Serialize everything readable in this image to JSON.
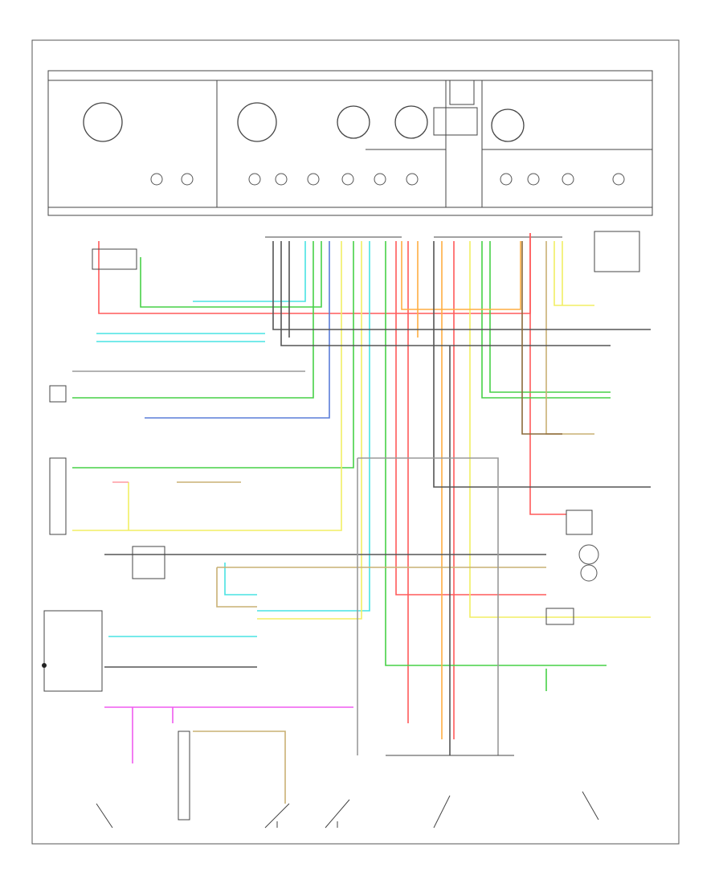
{
  "diagram": {
    "colors": {
      "red": "#ff5a5a",
      "green": "#47d147",
      "cyan": "#49e3e3",
      "yellow": "#f2ee63",
      "orange": "#ffae42",
      "tan": "#c9b074",
      "blue": "#5a7dd9",
      "magenta": "#ef5cef",
      "black": "#555555",
      "gray": "#9a9a9a",
      "pink": "#ff9aa2",
      "brown": "#8b6a3a"
    },
    "components": [
      {
        "id": "cluster-panel",
        "icon": "instrument-cluster-icon"
      },
      {
        "id": "gauge-1",
        "icon": "gauge-icon"
      },
      {
        "id": "gauge-2",
        "icon": "gauge-icon"
      },
      {
        "id": "gauge-3",
        "icon": "gauge-icon"
      },
      {
        "id": "gauge-4",
        "icon": "gauge-icon"
      },
      {
        "id": "gauge-5",
        "icon": "gauge-icon"
      },
      {
        "id": "tachometer",
        "icon": "gauge-icon"
      },
      {
        "id": "indicator-bulbs",
        "icon": "bulb-icon"
      },
      {
        "id": "connectors",
        "icon": "connector-icon"
      },
      {
        "id": "switches",
        "icon": "switch-icon"
      },
      {
        "id": "grounds",
        "icon": "ground-icon"
      }
    ]
  }
}
